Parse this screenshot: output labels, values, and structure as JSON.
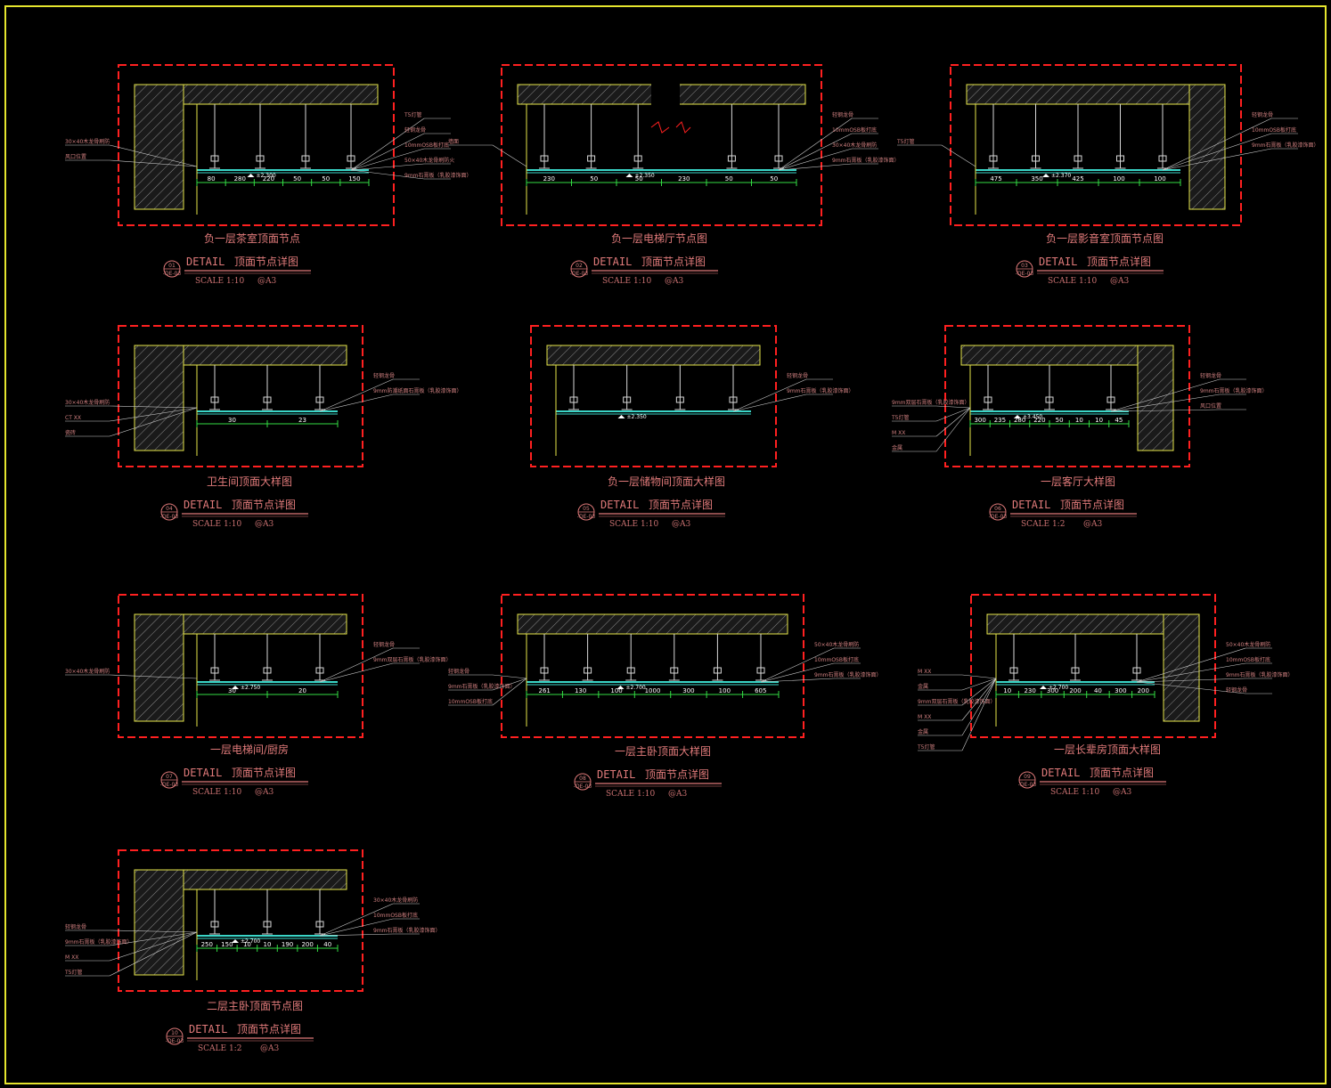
{
  "colors": {
    "background": "#000000",
    "border": "#e6e62e",
    "frame": "#ff2020",
    "slab": "#b8b8b8",
    "slab_edge": "#e6e64a",
    "board": "#3ad6c8",
    "dimension": "#33dd44",
    "hanger": "#d8d8d8",
    "text": "#e07a7a",
    "magenta": "#d040d0"
  },
  "details": [
    {
      "title": "负一层茶室顶面节点",
      "detail": "DETAIL",
      "subtitle": "顶面节点详图",
      "scale": "SCALE 1:10",
      "sheet_size": "@A3",
      "tag_num": "01",
      "tag_ref": "-DE-03",
      "dims": [
        "80",
        "280",
        "220",
        "50",
        "50",
        "150"
      ],
      "elevation": "±2.300",
      "notes_left": [
        "30×40木龙骨刷防",
        "风口位置"
      ],
      "notes_right": [
        "T5灯管",
        "轻钢龙骨",
        "10mmOSB板打底",
        "50×40木龙骨刷防火",
        "9mm石膏板（乳胶漆饰面）"
      ]
    },
    {
      "title": "负一层电梯厅节点图",
      "detail": "DETAIL",
      "subtitle": "顶面节点详图",
      "scale": "SCALE 1:10",
      "sheet_size": "@A3",
      "tag_num": "02",
      "tag_ref": "-DE-03",
      "dims": [
        "230",
        "50",
        "50",
        "230",
        "50",
        "50"
      ],
      "elevation": "±2.350",
      "notes_left": [
        "墙面"
      ],
      "notes_right": [
        "轻钢龙骨",
        "10mmOSB板打底",
        "30×40木龙骨刷防",
        "9mm石膏板（乳胶漆饰面）"
      ]
    },
    {
      "title": "负一层影音室顶面节点图",
      "detail": "DETAIL",
      "subtitle": "顶面节点详图",
      "scale": "SCALE 1:10",
      "sheet_size": "@A3",
      "tag_num": "03",
      "tag_ref": "-DE-03",
      "dims": [
        "475",
        "350",
        "425",
        "100",
        "100"
      ],
      "elevation": "±2.370",
      "notes_left": [
        "T5灯管"
      ],
      "notes_right": [
        "轻钢龙骨",
        "10mmOSB板打底",
        "9mm石膏板（乳胶漆饰面）"
      ]
    },
    {
      "title": "卫生间顶面大样图",
      "detail": "DETAIL",
      "subtitle": "顶面节点详图",
      "scale": "SCALE 1:10",
      "sheet_size": "@A3",
      "tag_num": "04",
      "tag_ref": "-DE-03",
      "dims": [
        "30",
        "23"
      ],
      "elevation": "",
      "notes_left": [
        "30×40木龙骨刷防",
        "CT XX",
        "瓷砖"
      ],
      "notes_right": [
        "轻钢龙骨",
        "9mm防潮纸面石膏板（乳胶漆饰面）"
      ]
    },
    {
      "title": "负一层储物间顶面大样图",
      "detail": "DETAIL",
      "subtitle": "顶面节点详图",
      "scale": "SCALE 1:10",
      "sheet_size": "@A3",
      "tag_num": "05",
      "tag_ref": "-DE-03",
      "dims": [],
      "elevation": "±2.350",
      "notes_left": [],
      "notes_right": [
        "轻钢龙骨",
        "9mm石膏板（乳胶漆饰面）"
      ]
    },
    {
      "title": "一层客厅大样图",
      "detail": "DETAIL",
      "subtitle": "顶面节点详图",
      "scale": "SCALE 1:2",
      "sheet_size": "@A3",
      "tag_num": "06",
      "tag_ref": "-DE-03",
      "dims": [
        "300",
        "235",
        "280",
        "220",
        "50",
        "10",
        "10",
        "45"
      ],
      "elevation": "±3.450",
      "notes_left": [
        "9mm双层石膏板（乳胶漆饰面）",
        "T5灯管",
        "M XX",
        "金属"
      ],
      "notes_right": [
        "轻钢龙骨",
        "9mm石膏板（乳胶漆饰面）",
        "风口位置"
      ]
    },
    {
      "title": "一层电梯间/厨房",
      "detail": "DETAIL",
      "subtitle": "顶面节点详图",
      "scale": "SCALE 1:10",
      "sheet_size": "@A3",
      "tag_num": "07",
      "tag_ref": "-DE-03",
      "dims": [
        "30",
        "20"
      ],
      "elevation": "±2.750",
      "notes_left": [
        "30×40木龙骨刷防"
      ],
      "notes_right": [
        "轻钢龙骨",
        "9mm双层石膏板（乳胶漆饰面）"
      ]
    },
    {
      "title": "一层主卧顶面大样图",
      "detail": "DETAIL",
      "subtitle": "顶面节点详图",
      "scale": "SCALE 1:10",
      "sheet_size": "@A3",
      "tag_num": "08",
      "tag_ref": "-DE-03",
      "dims": [
        "261",
        "130",
        "100",
        "1000",
        "300",
        "100",
        "605"
      ],
      "elevation": "±2.700",
      "notes_left": [
        "轻钢龙骨",
        "9mm石膏板（乳胶漆饰面）",
        "10mmOSB板打底"
      ],
      "notes_right": [
        "50×40木龙骨刷防",
        "10mmOSB板打底",
        "9mm石膏板（乳胶漆饰面）"
      ]
    },
    {
      "title": "一层长辈房顶面大样图",
      "detail": "DETAIL",
      "subtitle": "顶面节点详图",
      "scale": "SCALE 1:10",
      "sheet_size": "@A3",
      "tag_num": "09",
      "tag_ref": "-DE-03",
      "dims": [
        "10",
        "230",
        "300",
        "200",
        "40",
        "300",
        "200"
      ],
      "elevation": "±2.700",
      "notes_left": [
        "M XX",
        "金属",
        "9mm双层石膏板（乳胶漆饰面）",
        "M XX",
        "金属",
        "T5灯管"
      ],
      "notes_right": [
        "50×40木龙骨刷防",
        "10mmOSB板打底",
        "9mm石膏板（乳胶漆饰面）",
        "轻钢龙骨"
      ]
    },
    {
      "title": "二层主卧顶面节点图",
      "detail": "DETAIL",
      "subtitle": "顶面节点详图",
      "scale": "SCALE 1:2",
      "sheet_size": "@A3",
      "tag_num": "10",
      "tag_ref": "-DE-03",
      "dims": [
        "250",
        "150",
        "10",
        "10",
        "190",
        "200",
        "40"
      ],
      "elevation": "±2.700",
      "notes_left": [
        "轻钢龙骨",
        "9mm石膏板（乳胶漆饰面）",
        "M XX",
        "T5灯管"
      ],
      "notes_right": [
        "30×40木龙骨刷防",
        "10mmOSB板打底",
        "9mm石膏板（乳胶漆饰面）"
      ]
    }
  ]
}
